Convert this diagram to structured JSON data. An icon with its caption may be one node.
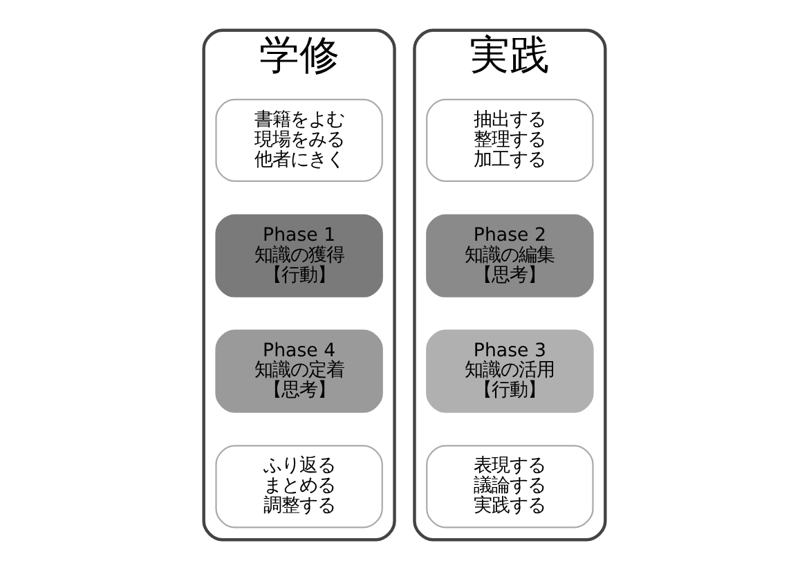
{
  "diagram": {
    "nodes": [
      {
        "text": [
          "学修"
        ]
      },
      {
        "text": [
          "書籍をよむ",
          "現場をみる",
          "他者にきく"
        ],
        "in": 0
      },
      {
        "text": [
          "Phase 1",
          "知識の獲得",
          "【行動】"
        ],
        "in": 0
      },
      {
        "text": [
          "Phase 4",
          "知識の定着",
          "【思考】"
        ],
        "in": 0
      },
      {
        "text": [
          "ふり返る",
          "まとめる",
          "調整する"
        ],
        "in": 0
      },
      {
        "text": [
          "実践"
        ]
      },
      {
        "text": [
          "抽出する",
          "整理する",
          "加工する"
        ],
        "in": 5
      },
      {
        "text": [
          "Phase 2",
          "知識の編集",
          "【思考】"
        ],
        "in": 5
      },
      {
        "text": [
          "Phase 3",
          "知識の活用",
          "【行動】"
        ],
        "in": 5
      },
      {
        "text": [
          "表現する",
          "議論する",
          "実践する"
        ],
        "in": 5
      }
    ]
  }
}
